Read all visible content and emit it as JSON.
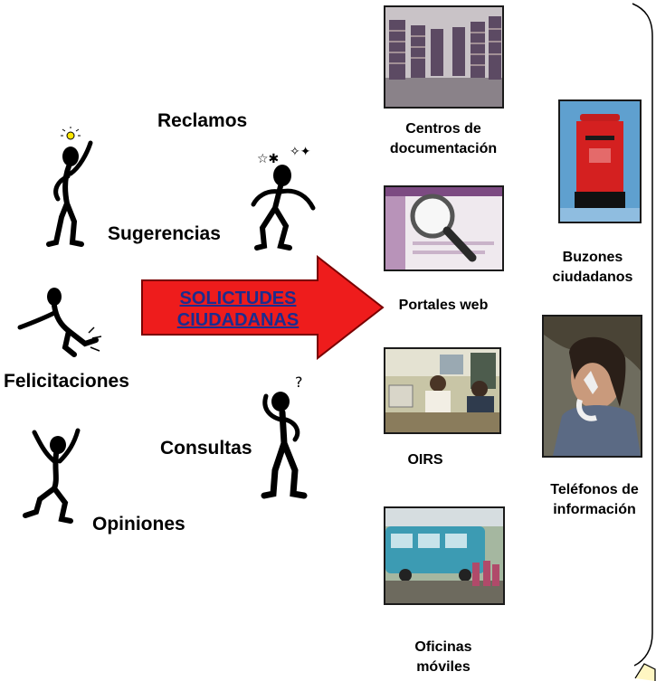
{
  "requests": {
    "reclamos": "Reclamos",
    "sugerencias": "Sugerencias",
    "felicitaciones": "Felicitaciones",
    "consultas": "Consultas",
    "opiniones": "Opiniones"
  },
  "arrow": {
    "line1": "SOLICTUDES",
    "line2": "CIUDADANAS",
    "color": "#ee1c1c",
    "text_color": "#1b2d8f"
  },
  "channels": {
    "centros_1": "Centros de",
    "centros_2": "documentación",
    "portales": "Portales web",
    "oirs": "OIRS",
    "oficinas_1": "Oficinas",
    "oficinas_2": "móviles",
    "buzones_1": "Buzones",
    "buzones_2": "ciudadanos",
    "telefonos_1": "Teléfonos de",
    "telefonos_2": "información"
  }
}
